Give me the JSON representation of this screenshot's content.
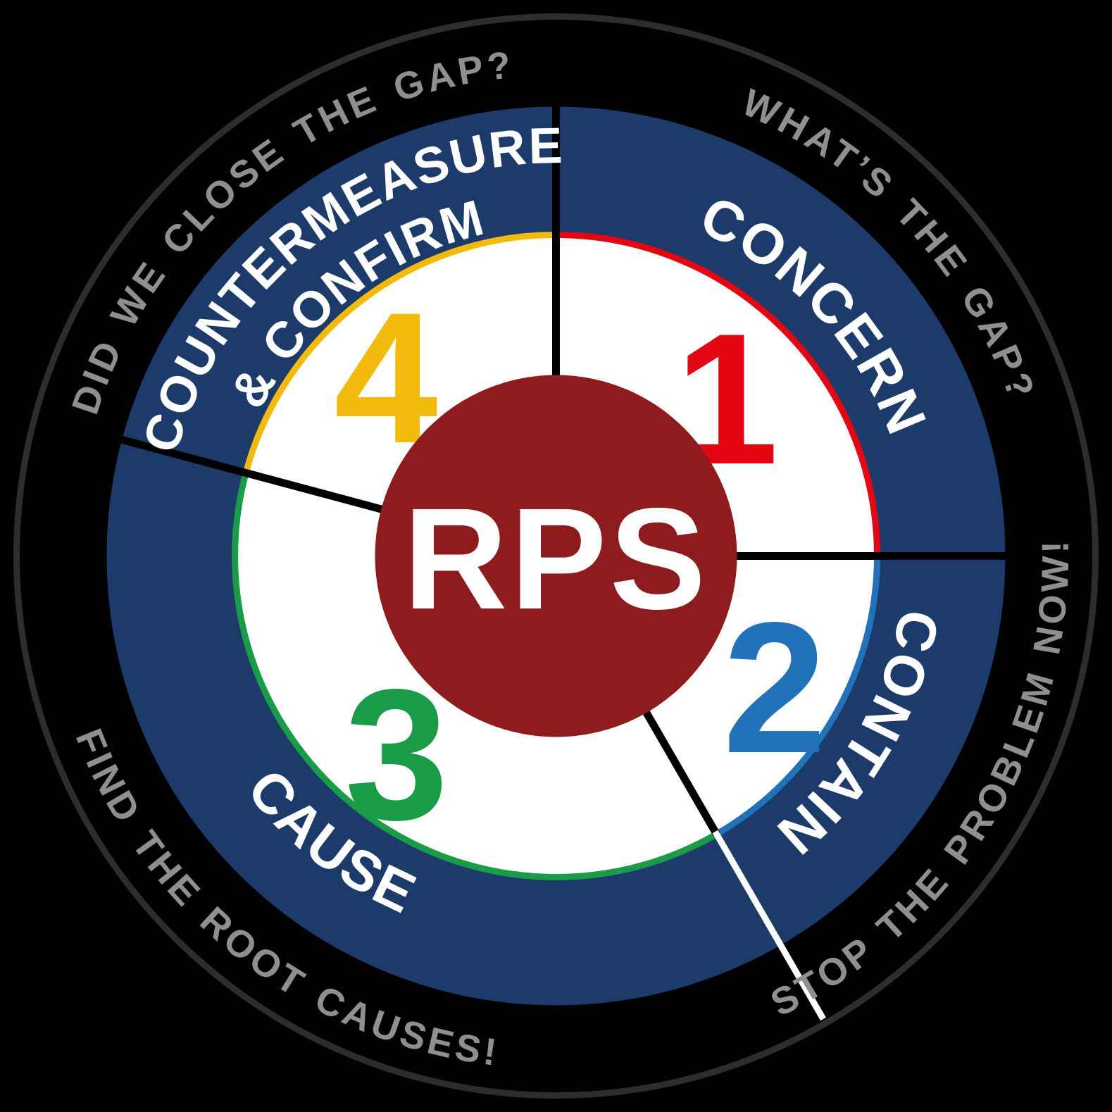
{
  "diagram": {
    "center": {
      "label": "RPS",
      "bg_color": "#8e1c1e"
    },
    "ring_color": "#1c3a6a",
    "outer_text_color": "#8f8f8f",
    "quadrants": [
      {
        "number": "1",
        "step_label": "CONCERN",
        "outer_question": "WHAT’S THE GAP?",
        "color": "#e30613"
      },
      {
        "number": "2",
        "step_label": "CONTAIN",
        "outer_question": "STOP THE PROBLEM NOW!",
        "color": "#2272b9"
      },
      {
        "number": "3",
        "step_label": "CAUSE",
        "outer_question": "FIND THE ROOT CAUSES!",
        "color": "#1a9b48"
      },
      {
        "number": "4",
        "step_label_line1": "COUNTERMEASURE",
        "step_label_line2": "& CONFIRM",
        "outer_question": "DID WE CLOSE THE GAP?",
        "color": "#f2ba0d"
      }
    ]
  }
}
